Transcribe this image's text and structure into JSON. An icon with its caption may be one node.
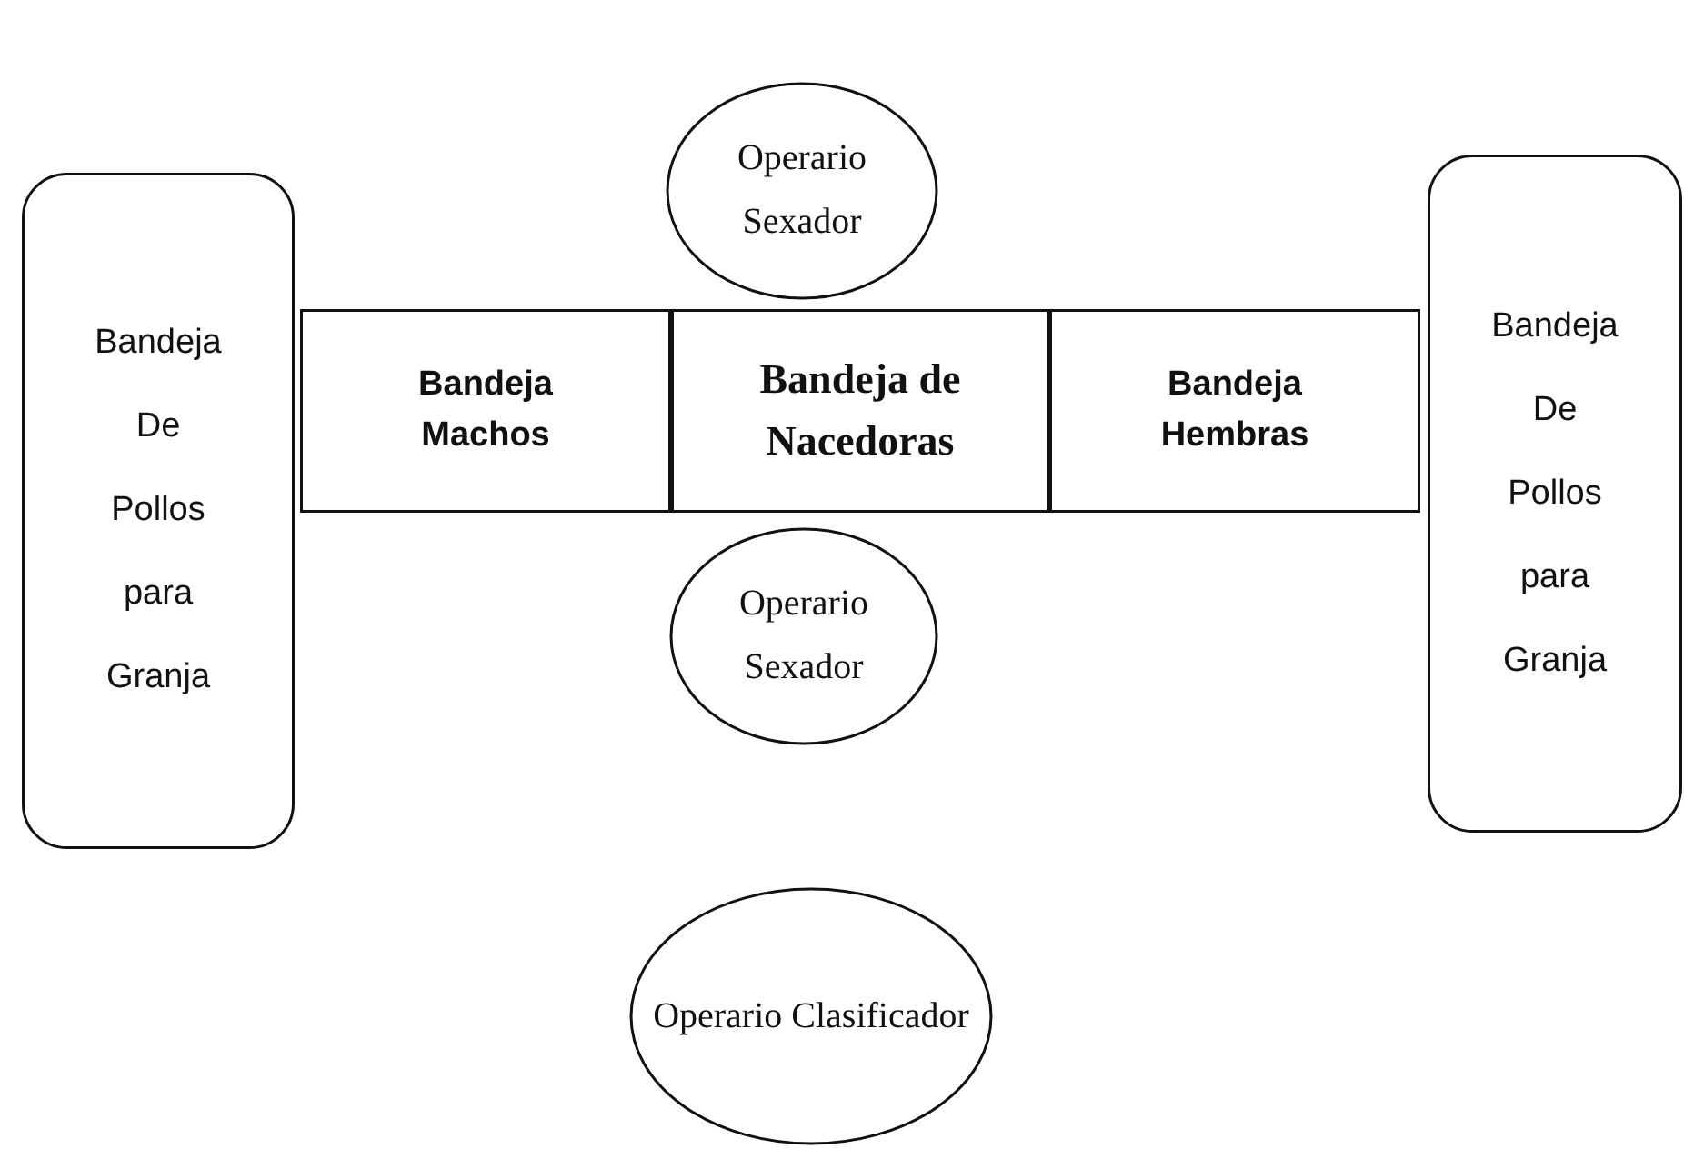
{
  "diagram": {
    "nodes": [
      {
        "text": [
          "Operario Sexador"
        ]
      },
      {
        "text": [
          "Bandeja De Pollos para Granja"
        ]
      },
      {
        "text": [
          "Bandeja Machos"
        ]
      },
      {
        "text": [
          "Bandeja de Nacedoras"
        ]
      },
      {
        "text": [
          "Bandeja Hembras"
        ]
      },
      {
        "text": [
          "Bandeja De Pollos para Granja"
        ]
      },
      {
        "text": [
          "Operario Sexador"
        ]
      },
      {
        "text": [
          "Operario Clasificador"
        ]
      }
    ]
  }
}
